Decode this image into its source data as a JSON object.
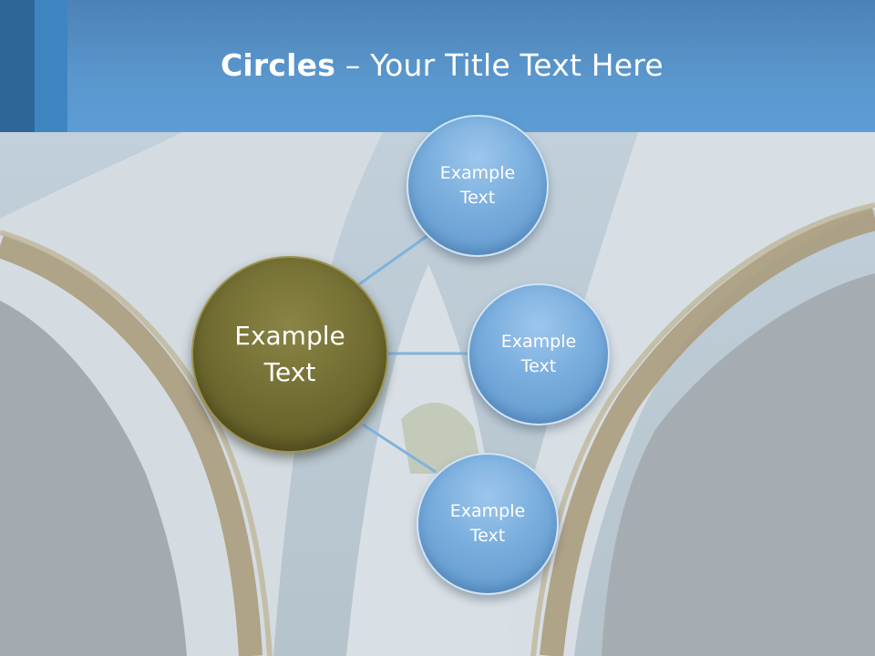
{
  "title": {
    "bold": "Circles",
    "rest": " – Your Title Text Here"
  },
  "diagram": {
    "center": {
      "label": "Example\nText",
      "color": "#6b6830"
    },
    "satellites": [
      {
        "label": "Example\nText",
        "color": "#78addd"
      },
      {
        "label": "Example\nText",
        "color": "#78addd"
      },
      {
        "label": "Example\nText",
        "color": "#78addd"
      }
    ],
    "connector_color": "#7fb3df"
  },
  "colors": {
    "header": "#5a97cd",
    "header_accent_dark": "#2f6697",
    "header_accent_light": "#3f85c2"
  }
}
